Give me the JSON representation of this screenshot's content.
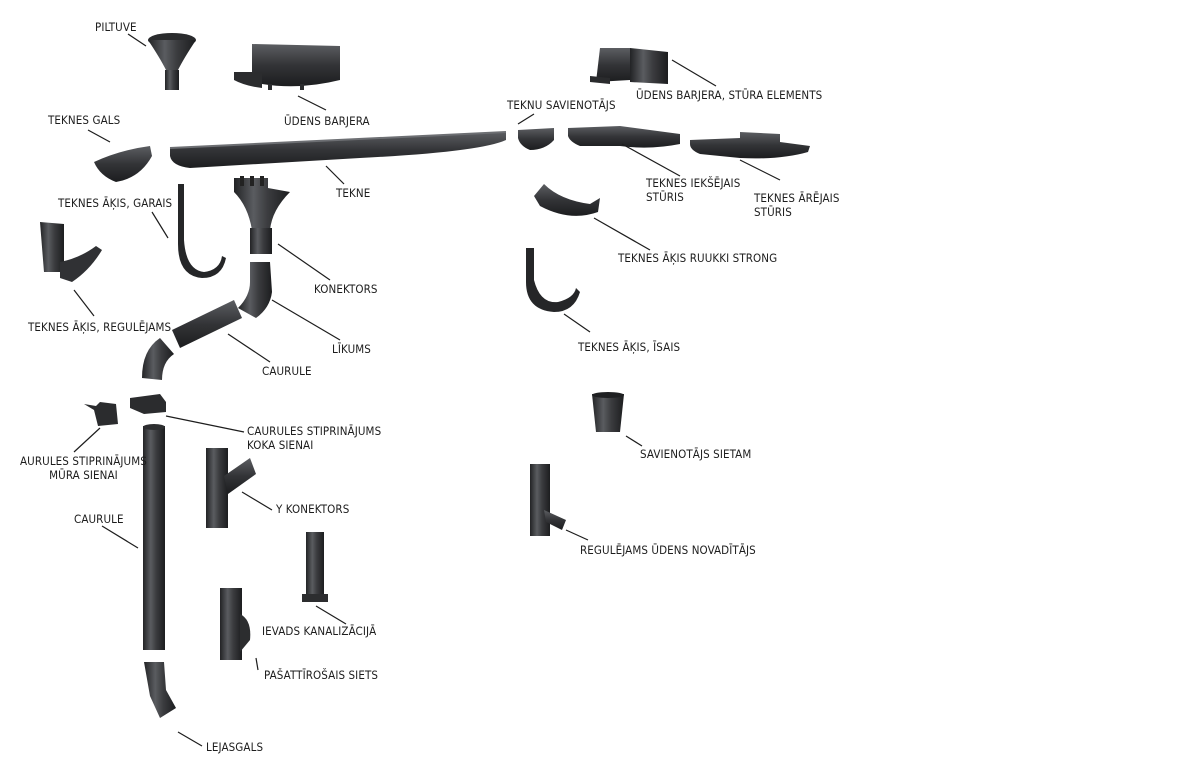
{
  "labels": {
    "piltuve": "PILTUVE",
    "udens_barjera": "ŪDENS BARJERA",
    "udens_barjera_sturis": "ŪDENS BARJERA, STŪRA ELEMENTS",
    "teknu_savienotajs": "TEKNU SAVIENOTĀJS",
    "teknes_gals": "TEKNES GALS",
    "tekne": "TEKNE",
    "teknes_ieksejais_line1": "TEKNES IEKŠĒJAIS",
    "teknes_ieksejais_line2": "STŪRIS",
    "teknes_arejais_line1": "TEKNES ĀRĒJAIS",
    "teknes_arejais_line2": "STŪRIS",
    "teknes_akis_garais": "TEKNES ĀĶIS, GARAIS",
    "teknes_akis_ruukki": "TEKNES ĀĶIS RUUKKI STRONG",
    "konektors": "KONEKTORS",
    "teknes_akis_regulejams": "TEKNES ĀĶIS, REGULĒJAMS",
    "likums": "LĪKUMS",
    "teknes_akis_isais": "TEKNES ĀĶIS, ĪSAIS",
    "caurule_top": "CAURULE",
    "caurules_koka_line1": "CAURULES STIPRINĀJUMS",
    "caurules_koka_line2": "KOKA SIENAI",
    "caurules_mura_line1": "AURULES STIPRINĀJUMS",
    "caurules_mura_line2": "MŪRA SIENAI",
    "savienotajs_sietam": "SAVIENOTĀJS SIETAM",
    "y_konektors": "Y KONEKTORS",
    "caurule_left": "CAURULE",
    "regulejams_novaditajs": "REGULĒJAMS ŪDENS NOVADĪTĀJS",
    "ievads_kanalizacija": "IEVADS KANALIZĀCIJĀ",
    "pasattirosais_siets": "PAŠATTĪROŠAIS SIETS",
    "lejasgals": "LEJASGALS"
  },
  "colors": {
    "part": "#3a3b3d",
    "part_dark": "#1f2022",
    "part_light": "#6a6c70",
    "line": "#1d1d1d"
  }
}
